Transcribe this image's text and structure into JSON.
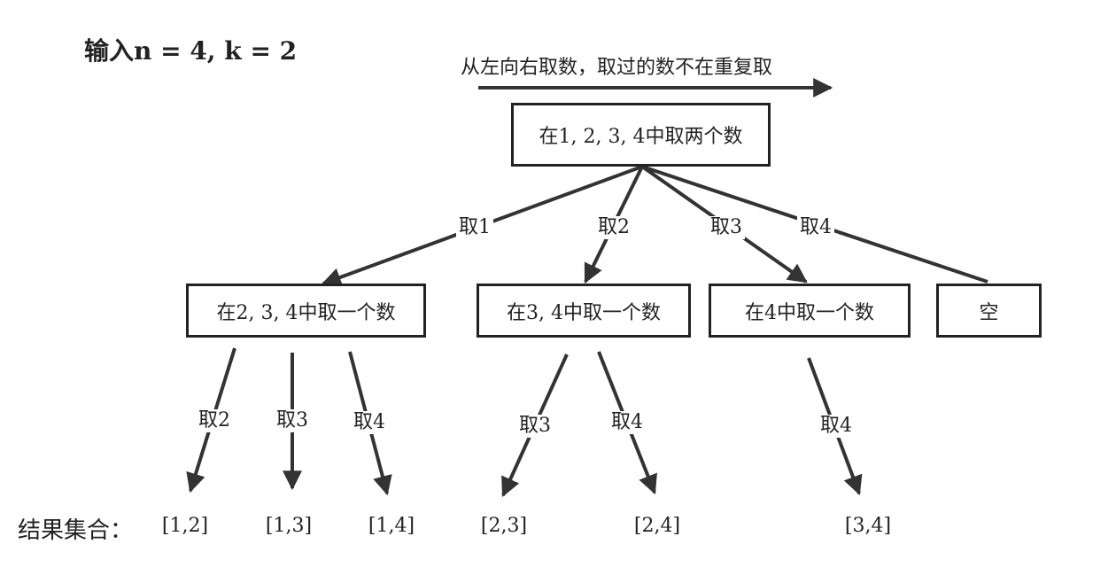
{
  "input_title": "输入n = 4, k = 2",
  "direction_note": "从左向右取数，取过的数不在重复取",
  "nodes": {
    "root": "在1, 2, 3, 4中取两个数",
    "pick1": "在2, 3, 4中取一个数",
    "pick2": "在3, 4中取一个数",
    "pick3": "在4中取一个数",
    "pick4": "空"
  },
  "edge_labels": {
    "root_1": "取1",
    "root_2": "取2",
    "root_3": "取3",
    "root_4": "取4",
    "a_2": "取2",
    "a_3": "取3",
    "a_4": "取4",
    "b_3": "取3",
    "b_4": "取4",
    "c_4": "取4"
  },
  "result_title": "结果集合：",
  "results": [
    "[1,2]",
    "[1,3]",
    "[1,4]",
    "[2,3]",
    "[2,4]",
    "[3,4]"
  ],
  "colors": {
    "stroke": "#333333",
    "text": "#222222"
  }
}
